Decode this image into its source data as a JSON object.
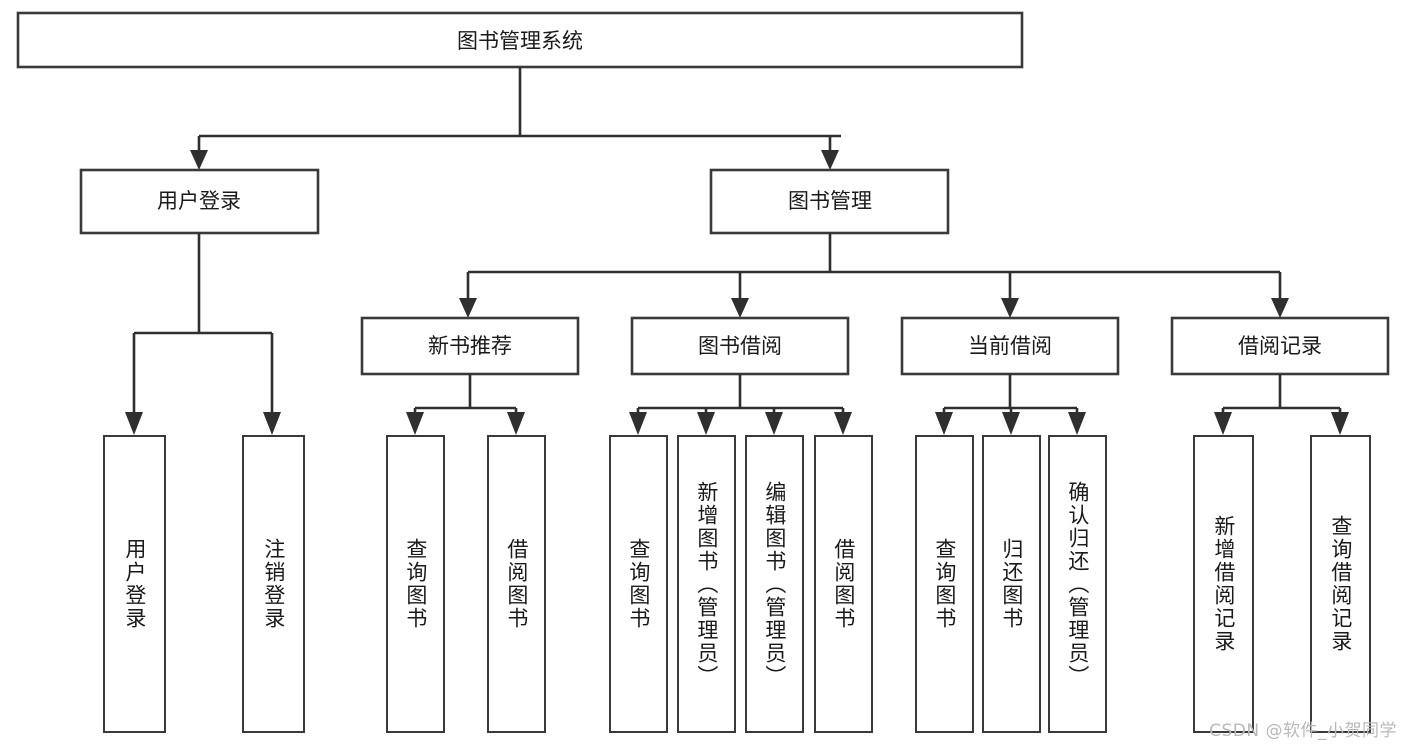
{
  "diagram": {
    "type": "tree-hierarchy",
    "title": "图书管理系统",
    "watermark": "CSDN @软件_小贺同学",
    "colors": {
      "background": "#ffffff",
      "box_stroke": "#3a3a3a",
      "box_fill": "#ffffff",
      "connector": "#2f2f2f",
      "text": "#1a1a1a",
      "watermark": "#b9b9b9"
    },
    "root": {
      "label": "图书管理系统"
    },
    "level2": [
      {
        "label": "用户登录"
      },
      {
        "label": "图书管理"
      }
    ],
    "level3": [
      {
        "label": "新书推荐"
      },
      {
        "label": "图书借阅"
      },
      {
        "label": "当前借阅"
      },
      {
        "label": "借阅记录"
      }
    ],
    "leaves": {
      "user_login": [
        {
          "label": "用户登录"
        },
        {
          "label": "注销登录"
        }
      ],
      "new_book_recommend": [
        {
          "label": "查询图书"
        },
        {
          "label": "借阅图书"
        }
      ],
      "book_borrow": [
        {
          "label": "查询图书"
        },
        {
          "label": "新增图书（管理员）"
        },
        {
          "label": "编辑图书（管理员）"
        },
        {
          "label": "借阅图书"
        }
      ],
      "current_borrow": [
        {
          "label": "查询图书"
        },
        {
          "label": "归还图书"
        },
        {
          "label": "确认归还（管理员）"
        }
      ],
      "borrow_record": [
        {
          "label": "新增借阅记录"
        },
        {
          "label": "查询借阅记录"
        }
      ]
    }
  }
}
